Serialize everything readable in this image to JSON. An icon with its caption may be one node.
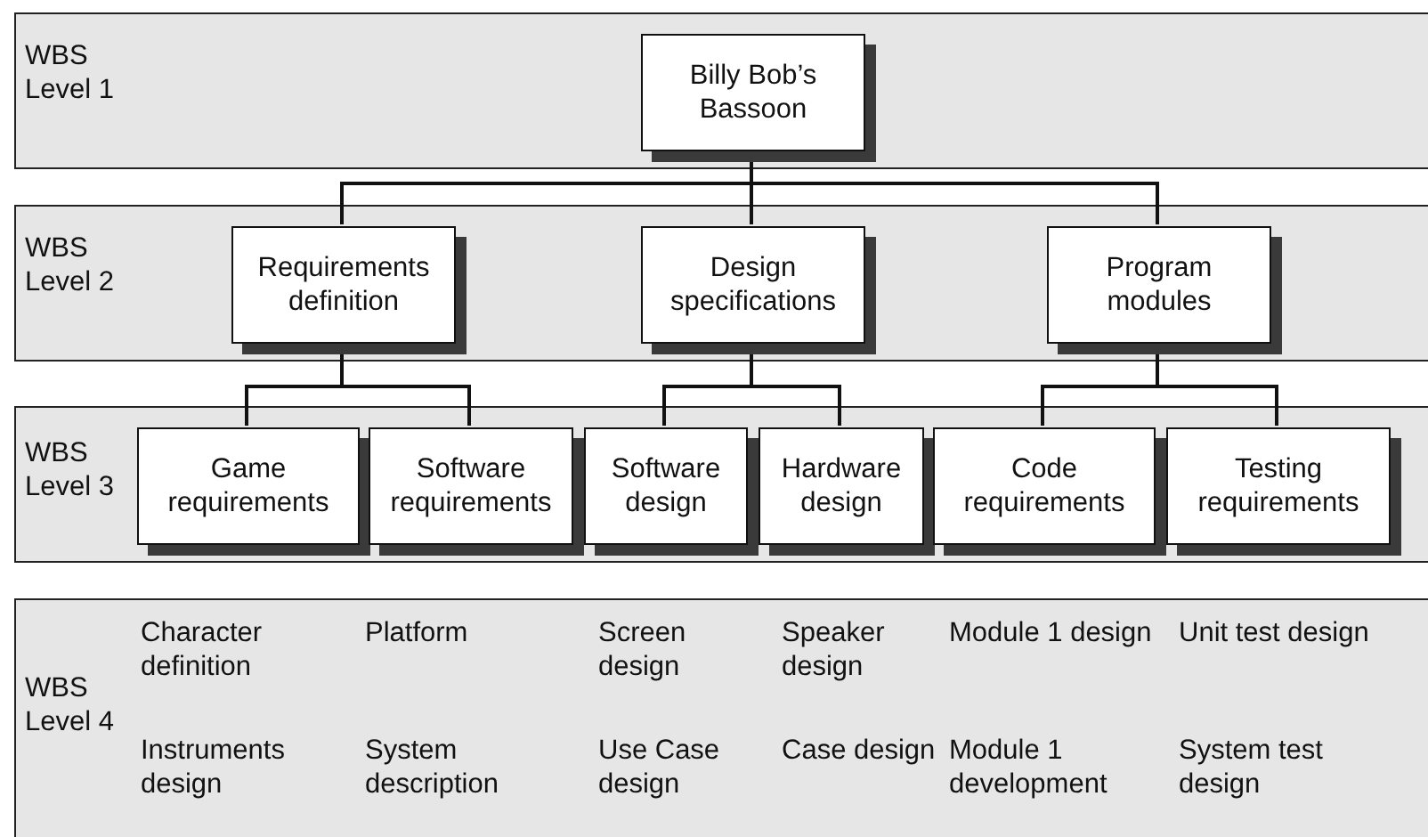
{
  "diagram": {
    "nodes": [
      {
        "text": [
          "WBS Level 1"
        ]
      },
      {
        "text": [
          "Billy Bob’s Bassoon"
        ],
        "in": 0
      },
      {
        "text": [
          "WBS Level 2"
        ]
      },
      {
        "text": [
          "Requirements definition"
        ],
        "in": 2
      },
      {
        "text": [
          "Design specifications"
        ],
        "in": 2
      },
      {
        "text": [
          "Program modules"
        ],
        "in": 2
      },
      {
        "text": [
          "WBS Level 3"
        ]
      },
      {
        "text": [
          "Game requirements"
        ],
        "in": 6
      },
      {
        "text": [
          "Software requirements"
        ],
        "in": 6
      },
      {
        "text": [
          "Software design"
        ],
        "in": 6
      },
      {
        "text": [
          "Hardware design"
        ],
        "in": 6
      },
      {
        "text": [
          "Code requirements"
        ],
        "in": 6
      },
      {
        "text": [
          "Testing requirements"
        ],
        "in": 6
      },
      {
        "text": [
          "WBS Level 4",
          "Character definition",
          "Platform",
          "Screen design",
          "Speaker design",
          "Module 1 design",
          "Unit test design",
          "Instruments design",
          "System description",
          "Use Case design",
          "Case design",
          "Module 1 development",
          "System test design"
        ]
      }
    ],
    "edges": [
      {
        "from": 1,
        "to": 3,
        "arrow": "none"
      },
      {
        "from": 1,
        "to": 4,
        "arrow": "none"
      },
      {
        "from": 1,
        "to": 5,
        "arrow": "none"
      },
      {
        "from": 3,
        "to": 7,
        "arrow": "none"
      },
      {
        "from": 3,
        "to": 8,
        "arrow": "none"
      },
      {
        "from": 4,
        "to": 9,
        "arrow": "none"
      },
      {
        "from": 4,
        "to": 10,
        "arrow": "none"
      },
      {
        "from": 5,
        "to": 11,
        "arrow": "none"
      },
      {
        "from": 5,
        "to": 12,
        "arrow": "none"
      }
    ]
  }
}
